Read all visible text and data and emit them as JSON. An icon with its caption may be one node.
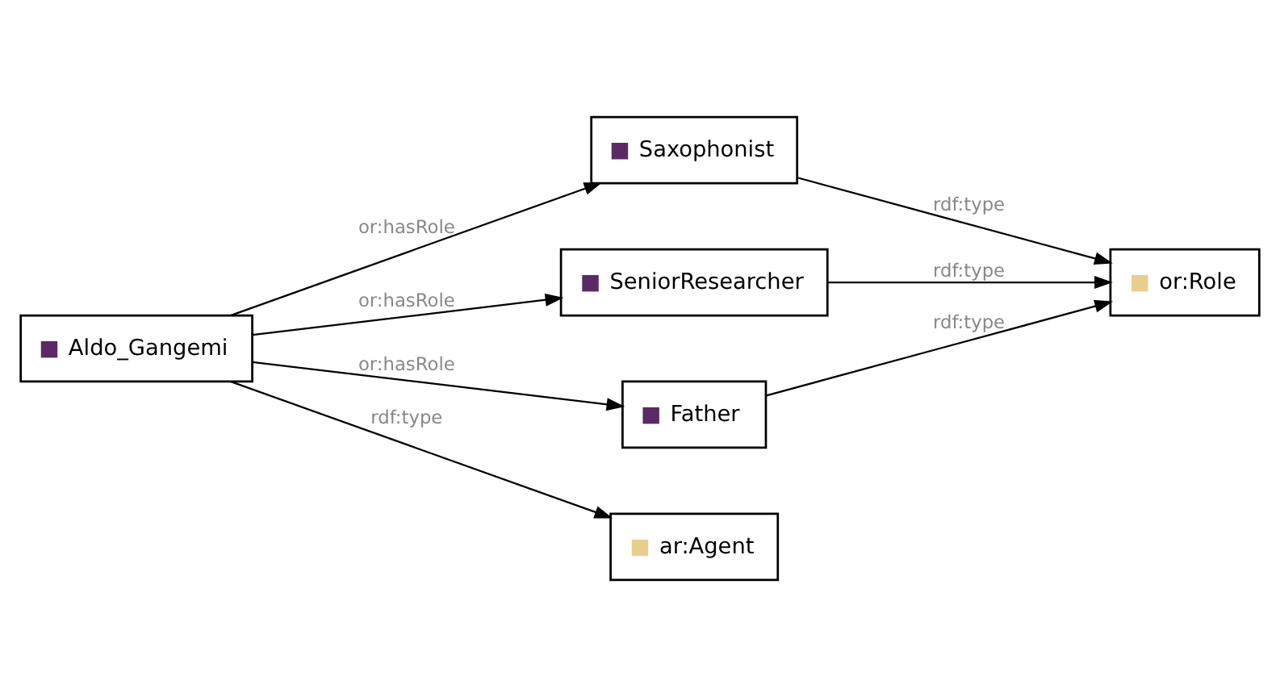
{
  "diagram": {
    "nodes": [
      {
        "text": [
          "Aldo_Gangemi"
        ]
      },
      {
        "text": [
          "Saxophonist"
        ]
      },
      {
        "text": [
          "SeniorResearcher"
        ]
      },
      {
        "text": [
          "Father"
        ]
      },
      {
        "text": [
          "or:Role"
        ]
      },
      {
        "text": [
          "ar:Agent"
        ]
      }
    ],
    "edges": [
      {
        "from": 0,
        "to": 1,
        "arrow": "to",
        "label": "or:hasRole"
      },
      {
        "from": 0,
        "to": 2,
        "arrow": "to",
        "label": "or:hasRole"
      },
      {
        "from": 0,
        "to": 3,
        "arrow": "to",
        "label": "or:hasRole"
      },
      {
        "from": 0,
        "to": 5,
        "arrow": "to",
        "label": "rdf:type"
      },
      {
        "from": 1,
        "to": 4,
        "arrow": "to",
        "label": "rdf:type"
      },
      {
        "from": 2,
        "to": 4,
        "arrow": "to",
        "label": "rdf:type"
      },
      {
        "from": 3,
        "to": 4,
        "arrow": "to",
        "label": "rdf:type"
      }
    ]
  }
}
